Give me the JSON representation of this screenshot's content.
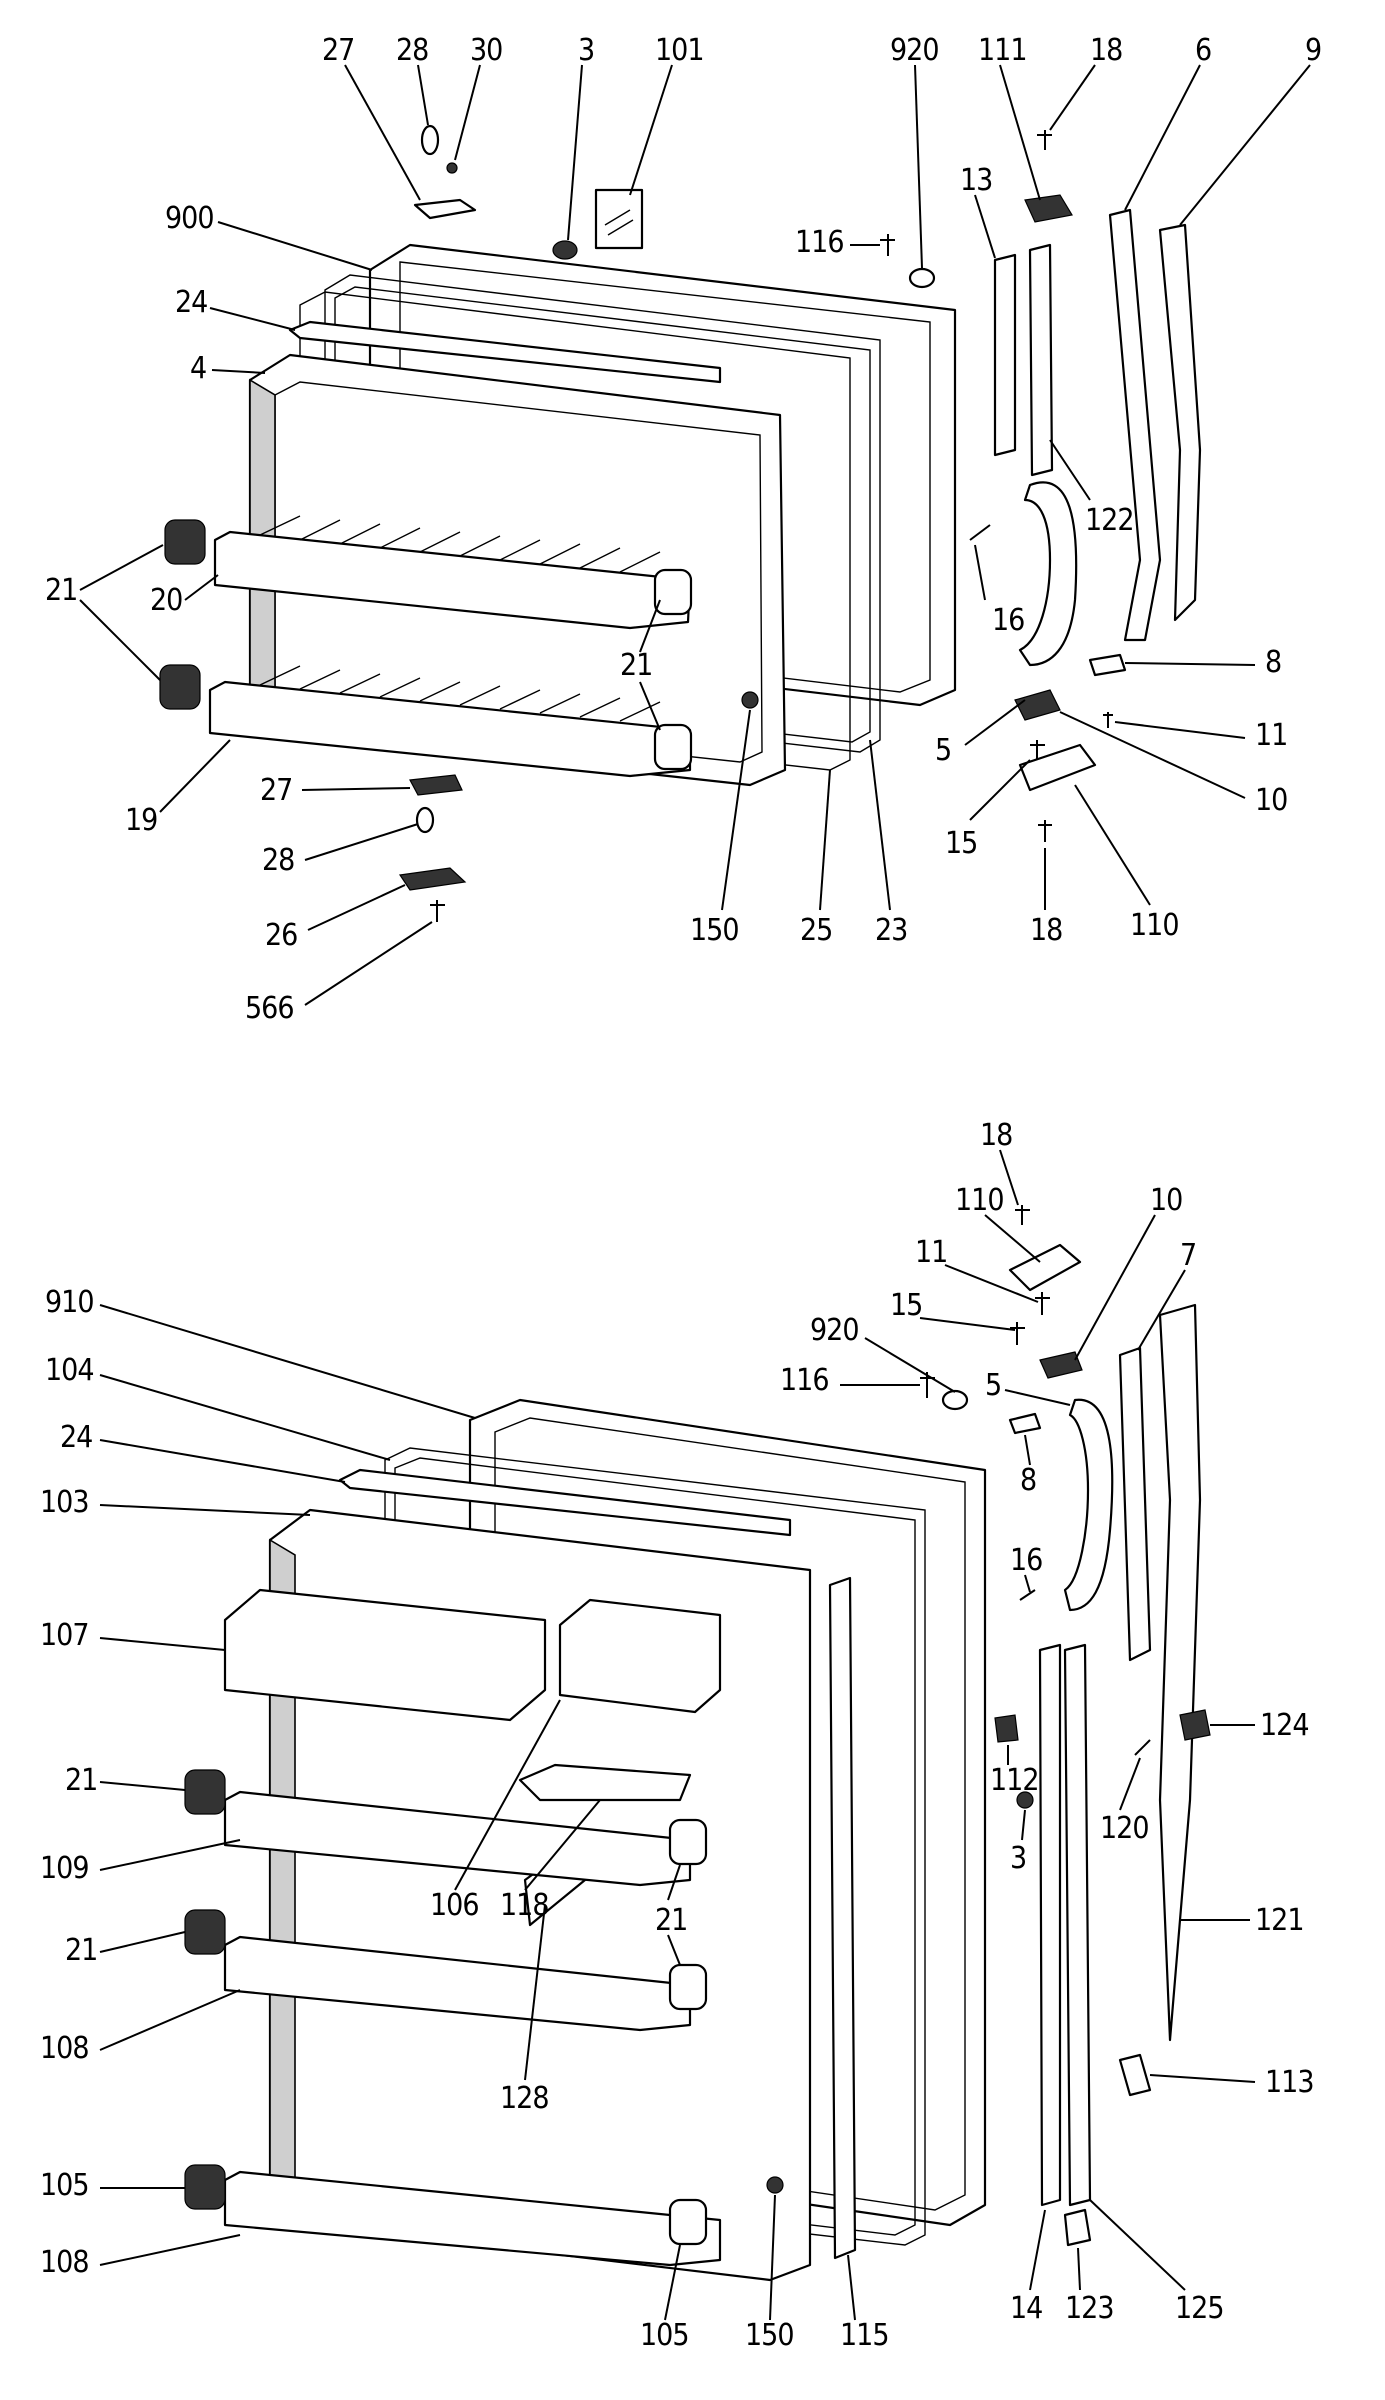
{
  "top_assembly": {
    "callouts": [
      "27",
      "28",
      "30",
      "3",
      "101",
      "920",
      "111",
      "18",
      "6",
      "9",
      "900",
      "116",
      "13",
      "24",
      "4",
      "122",
      "21",
      "20",
      "16",
      "21",
      "8",
      "5",
      "11",
      "10",
      "27",
      "15",
      "19",
      "28",
      "110",
      "26",
      "566",
      "150",
      "25",
      "23",
      "18"
    ]
  },
  "bottom_assembly": {
    "callouts": [
      "18",
      "110",
      "10",
      "11",
      "7",
      "15",
      "920",
      "116",
      "5",
      "910",
      "104",
      "24",
      "103",
      "8",
      "16",
      "107",
      "124",
      "112",
      "21",
      "109",
      "3",
      "120",
      "106",
      "118",
      "21",
      "21",
      "121",
      "108",
      "128",
      "113",
      "105",
      "108",
      "105",
      "150",
      "115",
      "14",
      "123",
      "125"
    ]
  }
}
